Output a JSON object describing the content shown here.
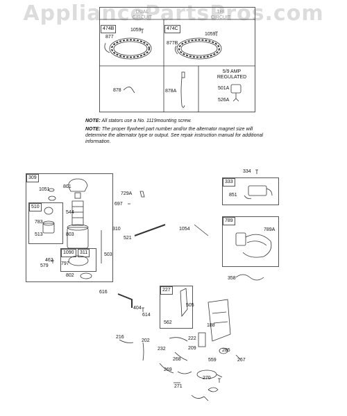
{
  "watermark": "AppliancePartsPros.com",
  "stator": {
    "header_left": "DUAL CIRCUIT",
    "header_right": "TRI CIRCUIT",
    "regulated": "5/9 AMP REGULATED"
  },
  "notes": [
    {
      "label": "NOTE:",
      "text": "All stators use a No. 1119mounting screw."
    },
    {
      "label": "NOTE:",
      "text": "The proper flywheel part number and/or the alternator magnet size will determine the alternator type or output. See repair instruction manual for additional information."
    }
  ],
  "tags": {
    "t474B": "474B",
    "t474C": "474C",
    "t309": "309",
    "t510": "510",
    "t1090": "1090",
    "t311": "311",
    "t333": "333",
    "t789": "789",
    "t227": "227"
  },
  "labels": {
    "p877": "877",
    "p1059a": "1059",
    "p877B": "877B",
    "p1059b": "1059",
    "p878": "878",
    "p878A": "878A",
    "p501A": "501A",
    "p526A": "526A",
    "p334": "334",
    "p851": "851",
    "p729A": "729A",
    "p697": "697",
    "p1054": "1054",
    "p521": "521",
    "p789A": "789A",
    "p358": "358",
    "p1051": "1051",
    "p801": "801",
    "p544": "544",
    "p783": "783",
    "p513": "513",
    "p803": "803",
    "p310": "310",
    "p462": "462",
    "p579": "579",
    "p797": "797",
    "p503": "503",
    "p802": "802",
    "p616": "616",
    "p404": "404",
    "p614": "614",
    "p505": "505",
    "p562": "562",
    "p188": "188",
    "p216": "216",
    "p202": "202",
    "p232": "232",
    "p222": "222",
    "p209": "209",
    "p285": "285",
    "p267": "267",
    "p268": "268",
    "p559": "559",
    "p269": "269",
    "p270": "270",
    "p271": "271"
  }
}
